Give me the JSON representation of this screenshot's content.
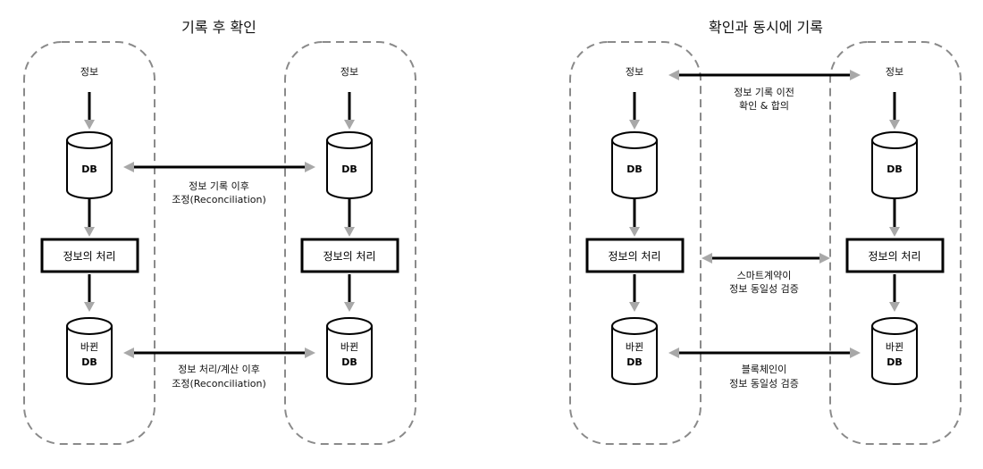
{
  "diagrams": [
    {
      "title": "기록 후 확인",
      "nodes": {
        "info": "정보",
        "db": "DB",
        "process": "정보의 처리",
        "output_top": "바뀐",
        "output_bottom": "DB"
      },
      "connections": [
        {
          "label_1": "정보 기록 이후",
          "label_2": "조정(Reconciliation)"
        },
        {
          "label_1": "정보 처리/계산 이후",
          "label_2": "조정(Reconciliation)"
        }
      ]
    },
    {
      "title": "확인과 동시에 기록",
      "nodes": {
        "info": "정보",
        "db": "DB",
        "process": "정보의 처리",
        "output_top": "바뀐",
        "output_bottom": "DB"
      },
      "connections": [
        {
          "label_1": "정보 기록 이전",
          "label_2": "확인 & 합의"
        },
        {
          "label_1": "스마트계약이",
          "label_2": "정보 동일성 검증"
        },
        {
          "label_1": "블록체인이",
          "label_2": "정보 동일성 검증"
        }
      ]
    }
  ]
}
